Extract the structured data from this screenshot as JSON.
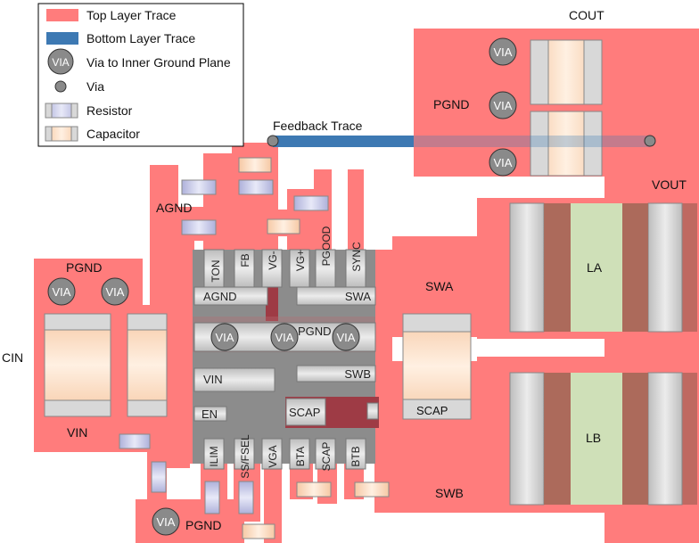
{
  "legend": {
    "top_trace": "Top Layer Trace",
    "bottom_trace": "Bottom Layer Trace",
    "via_gnd": "Via to Inner Ground Plane",
    "via": "Via",
    "resistor": "Resistor",
    "capacitor": "Capacitor",
    "via_glyph": "VIA"
  },
  "labels": {
    "cout": "COUT",
    "pgnd_top": "PGND",
    "feedback": "Feedback Trace",
    "vout": "VOUT",
    "agnd": "AGND",
    "swa": "SWA",
    "swb": "SWB",
    "la": "LA",
    "lb": "LB",
    "cin": "CIN",
    "vin": "VIN",
    "pgnd_left": "PGND",
    "pgnd_bottom": "PGND",
    "scap_cap": "SCAP"
  },
  "ic": {
    "pins_top": [
      "TON",
      "FB",
      "VG-",
      "VG+",
      "PGOOD",
      "SYNC"
    ],
    "pins_bottom": [
      "ILIM",
      "SS/FSEL",
      "VGA",
      "BTA",
      "SCAP",
      "BTB"
    ],
    "pad_agnd": "AGND",
    "pad_swa": "SWA",
    "pad_pgnd": "PGND",
    "pad_vin": "VIN",
    "pad_swb": "SWB",
    "pad_en": "EN",
    "pad_scap": "SCAP"
  },
  "colors": {
    "top_trace": "#ff7c7c",
    "bottom_trace": "#3d79b3",
    "ic_body": "#8c8c8c",
    "via_fill": "#8a8a8a",
    "pad": "#d8d8d8",
    "cap_body": "#fbd9bf",
    "res_body": "#c7c9e6",
    "inductor_core": "#cfe0b8"
  }
}
